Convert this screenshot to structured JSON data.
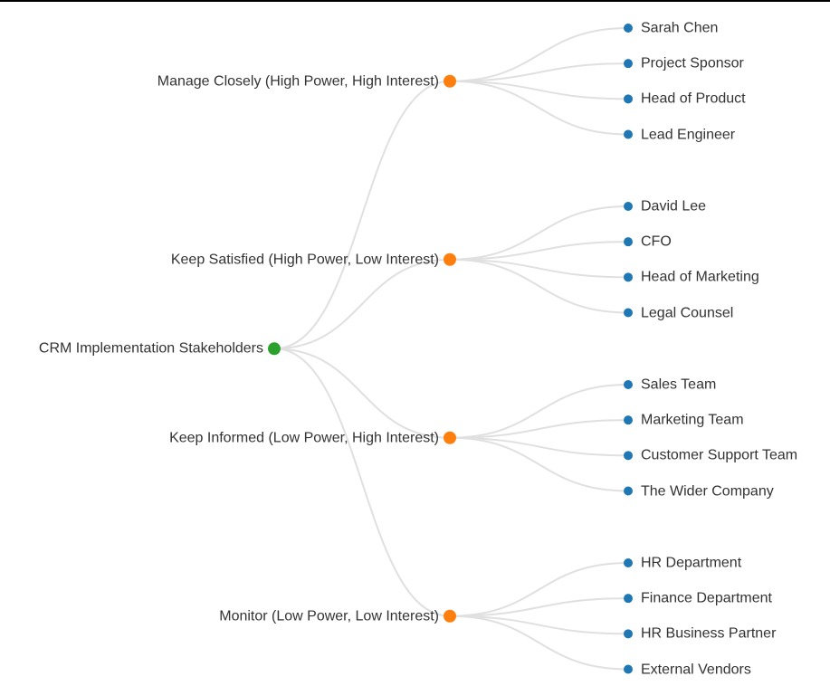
{
  "diagram": {
    "root": {
      "label": "CRM Implementation Stakeholders",
      "children": [
        {
          "label": "Manage Closely (High Power, High Interest)",
          "children": [
            {
              "label": "Sarah Chen"
            },
            {
              "label": "Project Sponsor"
            },
            {
              "label": "Head of Product"
            },
            {
              "label": "Lead Engineer"
            }
          ]
        },
        {
          "label": "Keep Satisfied (High Power, Low Interest)",
          "children": [
            {
              "label": "David Lee"
            },
            {
              "label": "CFO"
            },
            {
              "label": "Head of Marketing"
            },
            {
              "label": "Legal Counsel"
            }
          ]
        },
        {
          "label": "Keep Informed (Low Power, High Interest)",
          "children": [
            {
              "label": "Sales Team"
            },
            {
              "label": "Marketing Team"
            },
            {
              "label": "Customer Support Team"
            },
            {
              "label": "The Wider Company"
            }
          ]
        },
        {
          "label": "Monitor (Low Power, Low Interest)",
          "children": [
            {
              "label": "HR Department"
            },
            {
              "label": "Finance Department"
            },
            {
              "label": "HR Business Partner"
            },
            {
              "label": "External Vendors"
            }
          ]
        }
      ]
    },
    "colors": {
      "root_node": "#2ca02c",
      "branch_node": "#ff7f0e",
      "leaf_node": "#1f77b4",
      "link": "#e0e0e0",
      "text": "#333333"
    }
  }
}
